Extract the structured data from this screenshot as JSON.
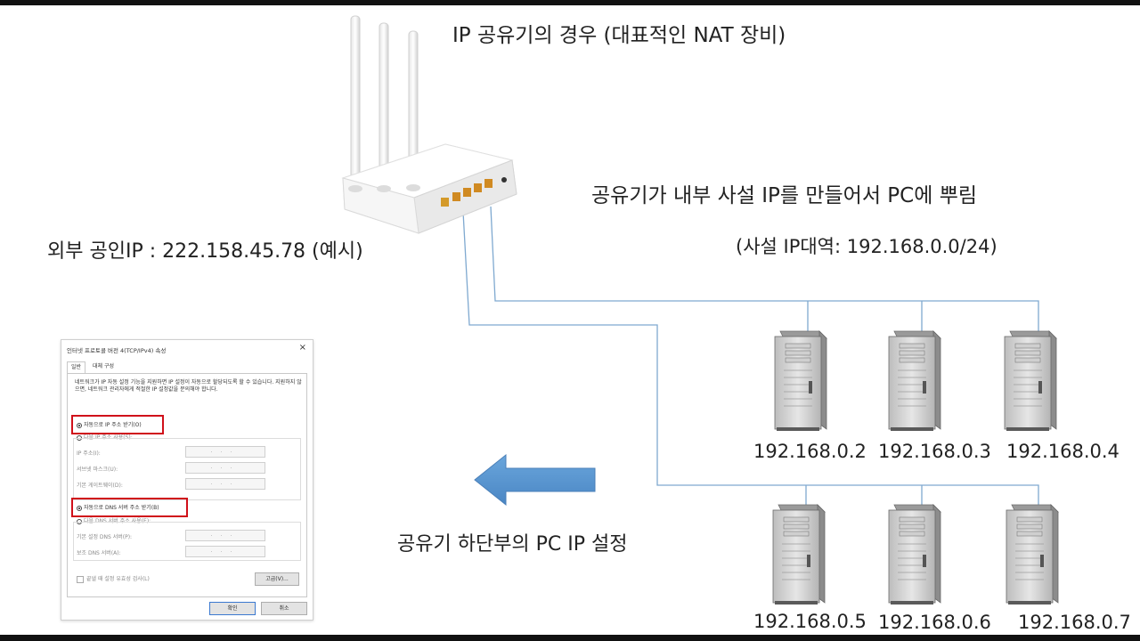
{
  "title": "IP 공유기의 경우 (대표적인 NAT 장비)",
  "external_ip_text": "외부 공인IP : 222.158.45.78 (예시)",
  "router_note": "공유기가 내부 사설 IP를 만들어서 PC에 뿌림",
  "private_range": "(사설 IP대역: 192.168.0.0/24)",
  "pc_settings_caption": "공유기 하단부의 PC IP 설정",
  "servers": [
    {
      "label": "192.168.0.2"
    },
    {
      "label": "192.168.0.3"
    },
    {
      "label": "192.168.0.4"
    },
    {
      "label": "192.168.0.5"
    },
    {
      "label": "192.168.0.6"
    },
    {
      "label": "192.168.0.7"
    }
  ],
  "colors": {
    "line": "#7fa9d0",
    "arrow": "#5b9bd5",
    "highlight": "#d0101a"
  },
  "dialog": {
    "title": "인터넷 프로토콜 버전 4(TCP/IPv4) 속성",
    "close": "×",
    "tab_general": "일반",
    "tab_alternate": "대체 구성",
    "description": "네트워크가 IP 자동 설정 기능을 지원하면 IP 설정이 자동으로 할당되도록 할 수 있습니다. 지원하지 않으면, 네트워크 관리자에게 적절한 IP 설정값을 문의해야 합니다.",
    "auto_ip": "자동으로 IP 주소 받기(O)",
    "manual_ip": "다음 IP 주소 사용(S):",
    "ip_address": "IP 주소(I):",
    "subnet_mask": "서브넷 마스크(U):",
    "gateway": "기본 게이트웨이(D):",
    "field_dots": "...",
    "auto_dns": "자동으로 DNS 서버 주소 받기(B)",
    "manual_dns": "다음 DNS 서버 주소 사용(E):",
    "preferred_dns": "기본 설정 DNS 서버(P):",
    "alternate_dns": "보조 DNS 서버(A):",
    "validate_on_exit": "끝낼 때 설정 유효성 검사(L)",
    "advanced_button": "고급(V)...",
    "ok_button": "확인",
    "cancel_button": "취소"
  }
}
